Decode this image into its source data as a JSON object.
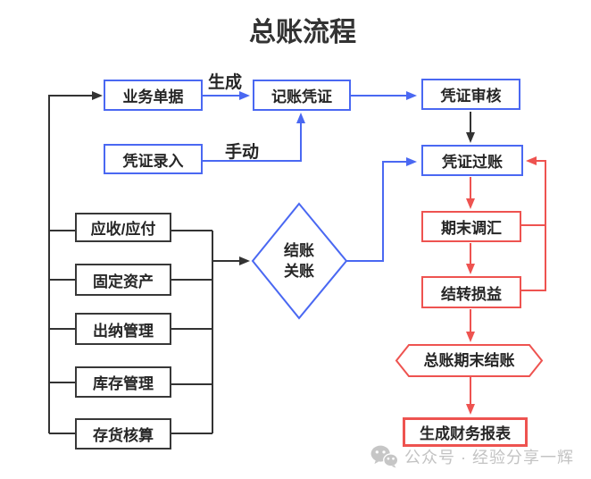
{
  "title": "总账流程",
  "colors": {
    "blue": "#4a68f2",
    "red": "#ee5350",
    "black": "#333333",
    "node_text": "#262626",
    "watermark_gray": "#c3c3c3"
  },
  "nodes": {
    "business_doc": "业务单据",
    "bookkeeping_voucher": "记账凭证",
    "voucher_review": "凭证审核",
    "voucher_entry": "凭证录入",
    "voucher_posting": "凭证过账",
    "period_end_fx_adjust": "期末调汇",
    "transfer_profit_loss": "结转损益",
    "gl_period_end_close": "总账期末结账",
    "generate_financial_reports": "生成财务报表",
    "ar_ap": "应收/应付",
    "fixed_assets": "固定资产",
    "cashier_mgmt": "出纳管理",
    "inventory_mgmt": "库存管理",
    "inventory_accounting": "存货核算",
    "closing_diamond": {
      "line1": "结账",
      "line2": "关账"
    }
  },
  "edge_labels": {
    "generate": "生成",
    "manual": "手动"
  },
  "watermark": {
    "icon": "wechat-icon",
    "text": "公众号 · 经验分享一辉"
  }
}
